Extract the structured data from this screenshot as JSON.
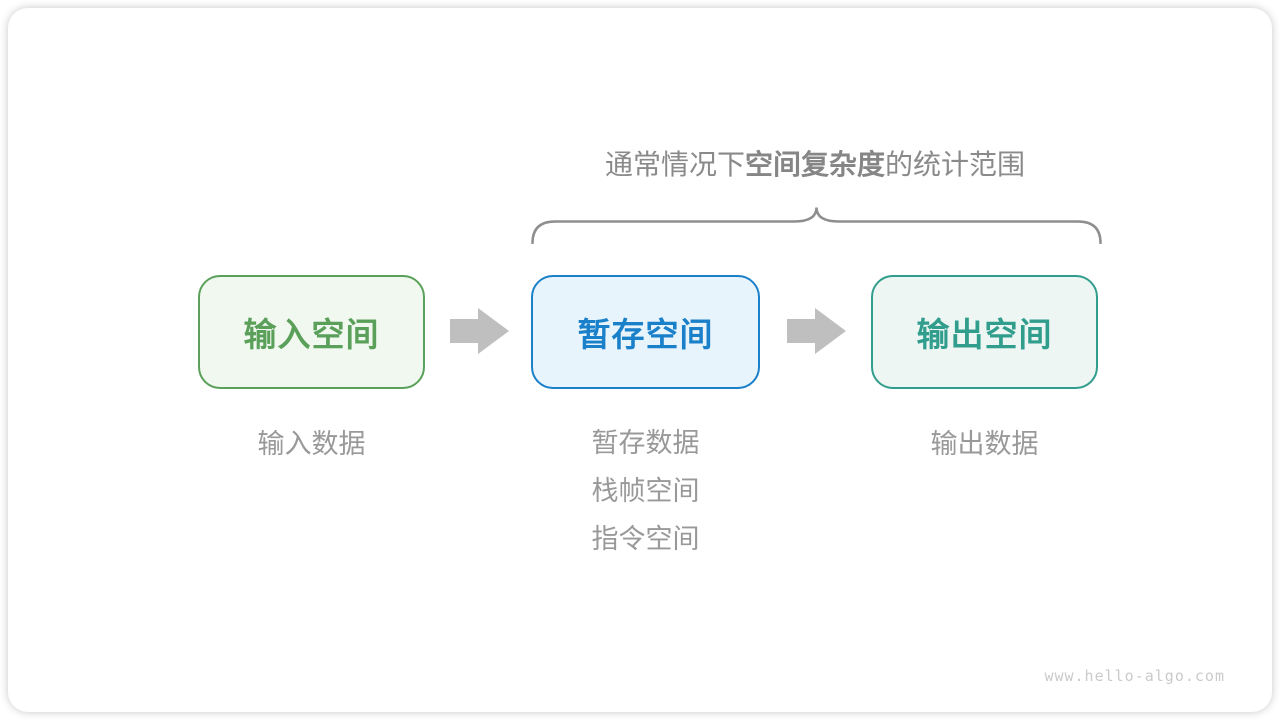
{
  "title": {
    "prefix": "通常情况下",
    "bold": "空间复杂度",
    "suffix": "的统计范围"
  },
  "boxes": [
    {
      "label": "输入空间",
      "text_color": "#5aa05a",
      "border_color": "#5aa05a",
      "bg_color": "#f1f8ef"
    },
    {
      "label": "暂存空间",
      "text_color": "#1a80c9",
      "border_color": "#1a80c9",
      "bg_color": "#e8f4fc"
    },
    {
      "label": "输出空间",
      "text_color": "#319d8d",
      "border_color": "#319d8d",
      "bg_color": "#edf6f3"
    }
  ],
  "captions": {
    "input": "输入数据",
    "temp": [
      "暂存数据",
      "栈帧空间",
      "指令空间"
    ],
    "output": "输出数据"
  },
  "watermark": "www.hello-algo.com",
  "colors": {
    "arrow": "#bfbfbf",
    "brace": "#8e8e8e",
    "title": "#8a8a8a",
    "caption": "#999999",
    "watermark": "#cacaca",
    "card_background": "#ffffff"
  }
}
